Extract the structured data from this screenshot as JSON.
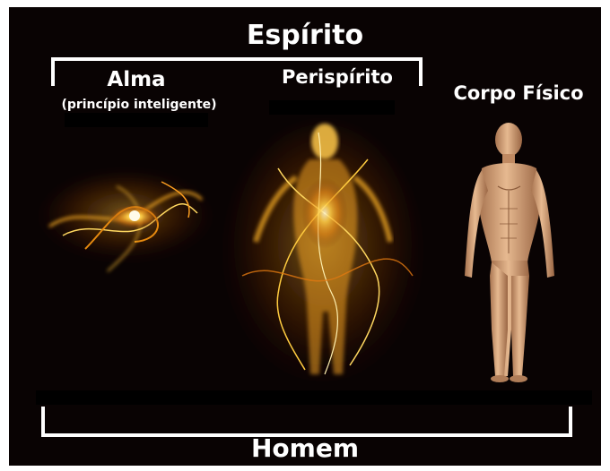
{
  "diagram": {
    "title": "Espírito",
    "alma": {
      "label": "Alma",
      "subtitle": "(princípio inteligente)"
    },
    "perispirito": {
      "label": "Perispírito"
    },
    "corpo_fisico": {
      "label": "Corpo Físico"
    },
    "footer": "Homem"
  },
  "colors": {
    "background": "#090303",
    "text": "#ffffff",
    "energy_glow": "#ffb020",
    "skin": "#d9a67a"
  }
}
